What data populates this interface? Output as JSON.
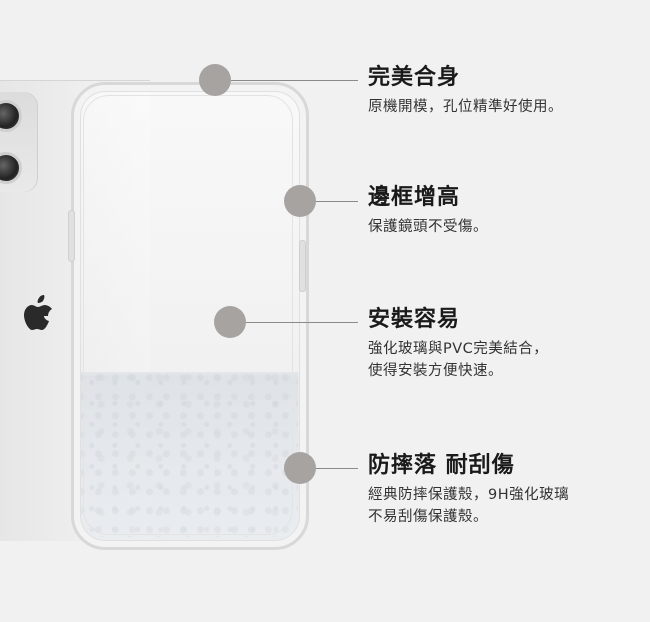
{
  "features": [
    {
      "title": "完美合身",
      "desc": "原機開模，孔位精準好使用。"
    },
    {
      "title": "邊框增高",
      "desc": "保護鏡頭不受傷。"
    },
    {
      "title": "安裝容易",
      "desc": "強化玻璃與PVC完美結合，\n使得安裝方便快速。"
    },
    {
      "title": "防摔落 耐刮傷",
      "desc": "經典防摔保護殼，9H強化玻璃\n不易刮傷保護殼。"
    }
  ],
  "colors": {
    "background": "#f1f1f1",
    "dot": "#a7a3a1",
    "line": "#8a8a8a",
    "title": "#1a1a1a"
  },
  "icons": {
    "apple": "apple-logo-icon"
  }
}
